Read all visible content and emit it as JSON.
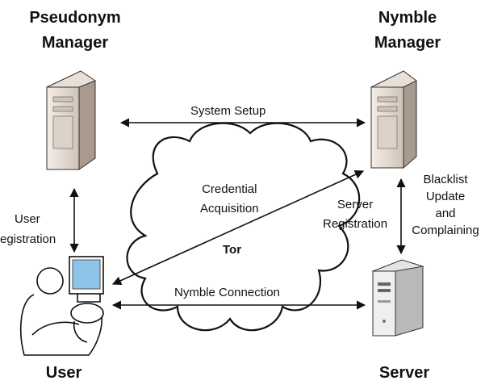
{
  "nodes": {
    "pseudonym_manager": {
      "line1": "Pseudonym",
      "line2": "Manager"
    },
    "nymble_manager": {
      "line1": "Nymble",
      "line2": "Manager"
    },
    "user": {
      "label": "User"
    },
    "server": {
      "label": "Server"
    }
  },
  "network": {
    "label": "Tor"
  },
  "edges": {
    "system_setup": "System Setup",
    "credential_acquisition": {
      "line1": "Credential",
      "line2": "Acquisition"
    },
    "server_registration": {
      "line1": "Server",
      "line2": "Registration"
    },
    "blacklist": {
      "line1": "Blacklist",
      "line2": "Update",
      "line3": "and",
      "line4": "Complaining"
    },
    "user_registration": {
      "line1": "User",
      "line2": "egistration"
    },
    "nymble_connection": "Nymble Connection"
  },
  "colors": {
    "server_light": "#ede5dc",
    "server_shade": "#b7a99c",
    "monitor_screen": "#8ec4ea",
    "line": "#111111"
  }
}
